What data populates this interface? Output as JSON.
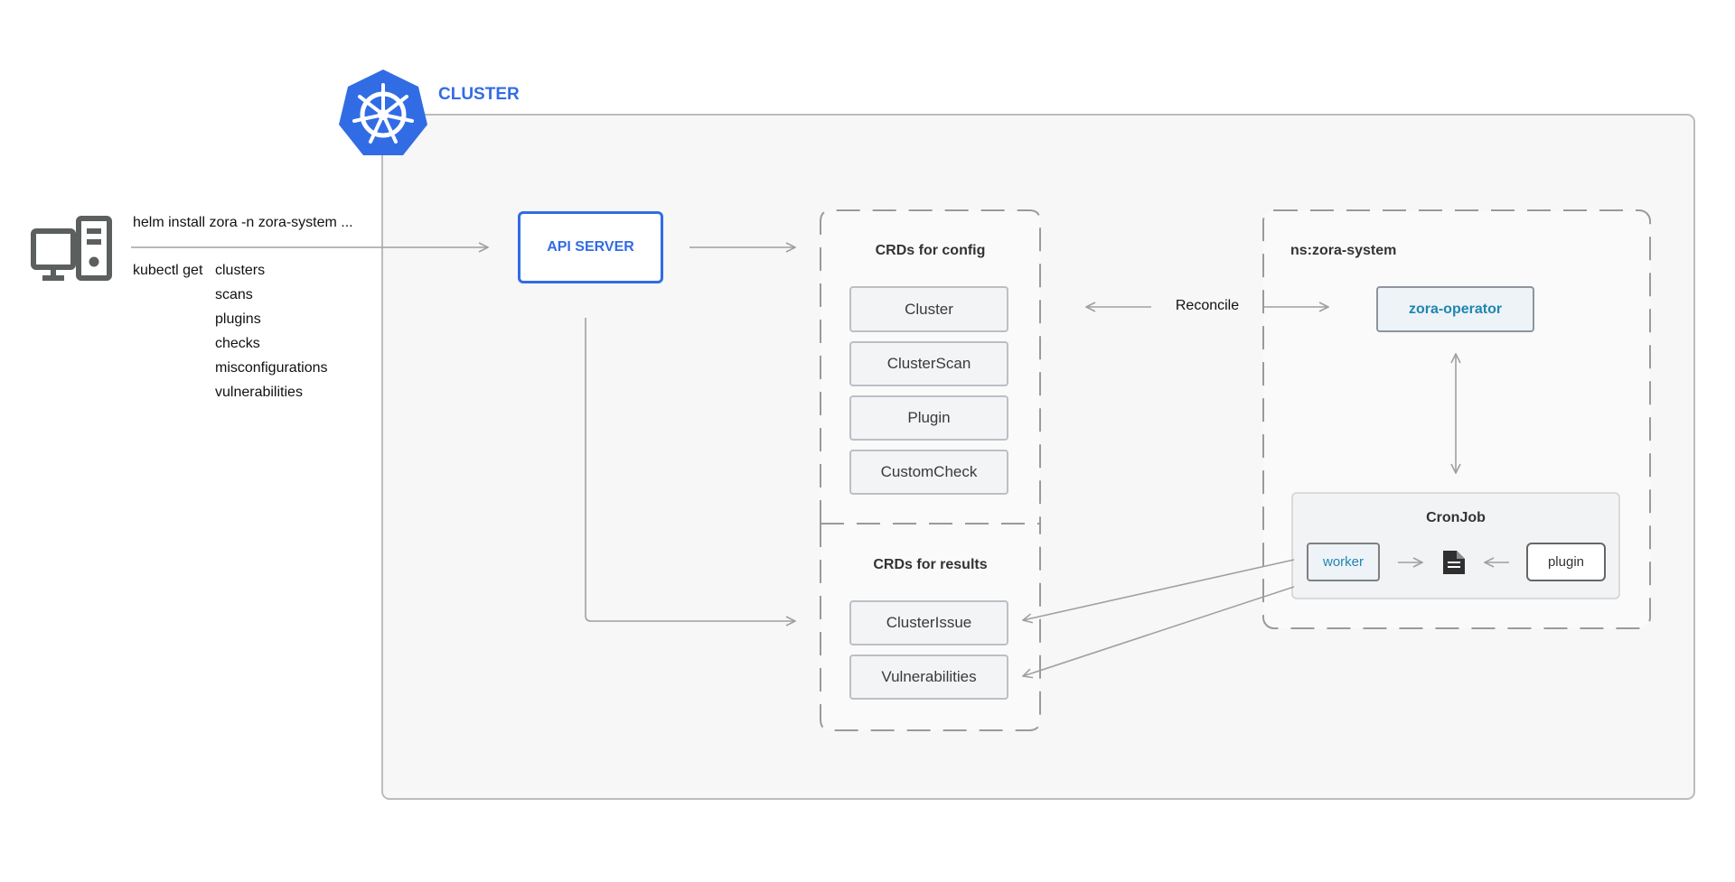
{
  "cluster_label": "CLUSTER",
  "client": {
    "helm_command": "helm install zora -n zora-system ...",
    "kubectl_prefix": "kubectl get",
    "resources": [
      "clusters",
      "scans",
      "plugins",
      "checks",
      "misconfigurations",
      "vulnerabilities"
    ]
  },
  "api_server": "API SERVER",
  "crds_config": {
    "title": "CRDs for config",
    "items": [
      "Cluster",
      "ClusterScan",
      "Plugin",
      "CustomCheck"
    ]
  },
  "crds_results": {
    "title": "CRDs for results",
    "items": [
      "ClusterIssue",
      "Vulnerabilities"
    ]
  },
  "reconcile": "Reconcile",
  "namespace": {
    "title": "ns:zora-system",
    "operator": "zora-operator",
    "cronjob": {
      "title": "CronJob",
      "worker": "worker",
      "plugin": "plugin"
    }
  },
  "colors": {
    "accent_blue": "#326ce5",
    "operator_text": "#1f86b0",
    "line_gray": "#a0a0a0",
    "dash_gray": "#9a9a9a"
  }
}
